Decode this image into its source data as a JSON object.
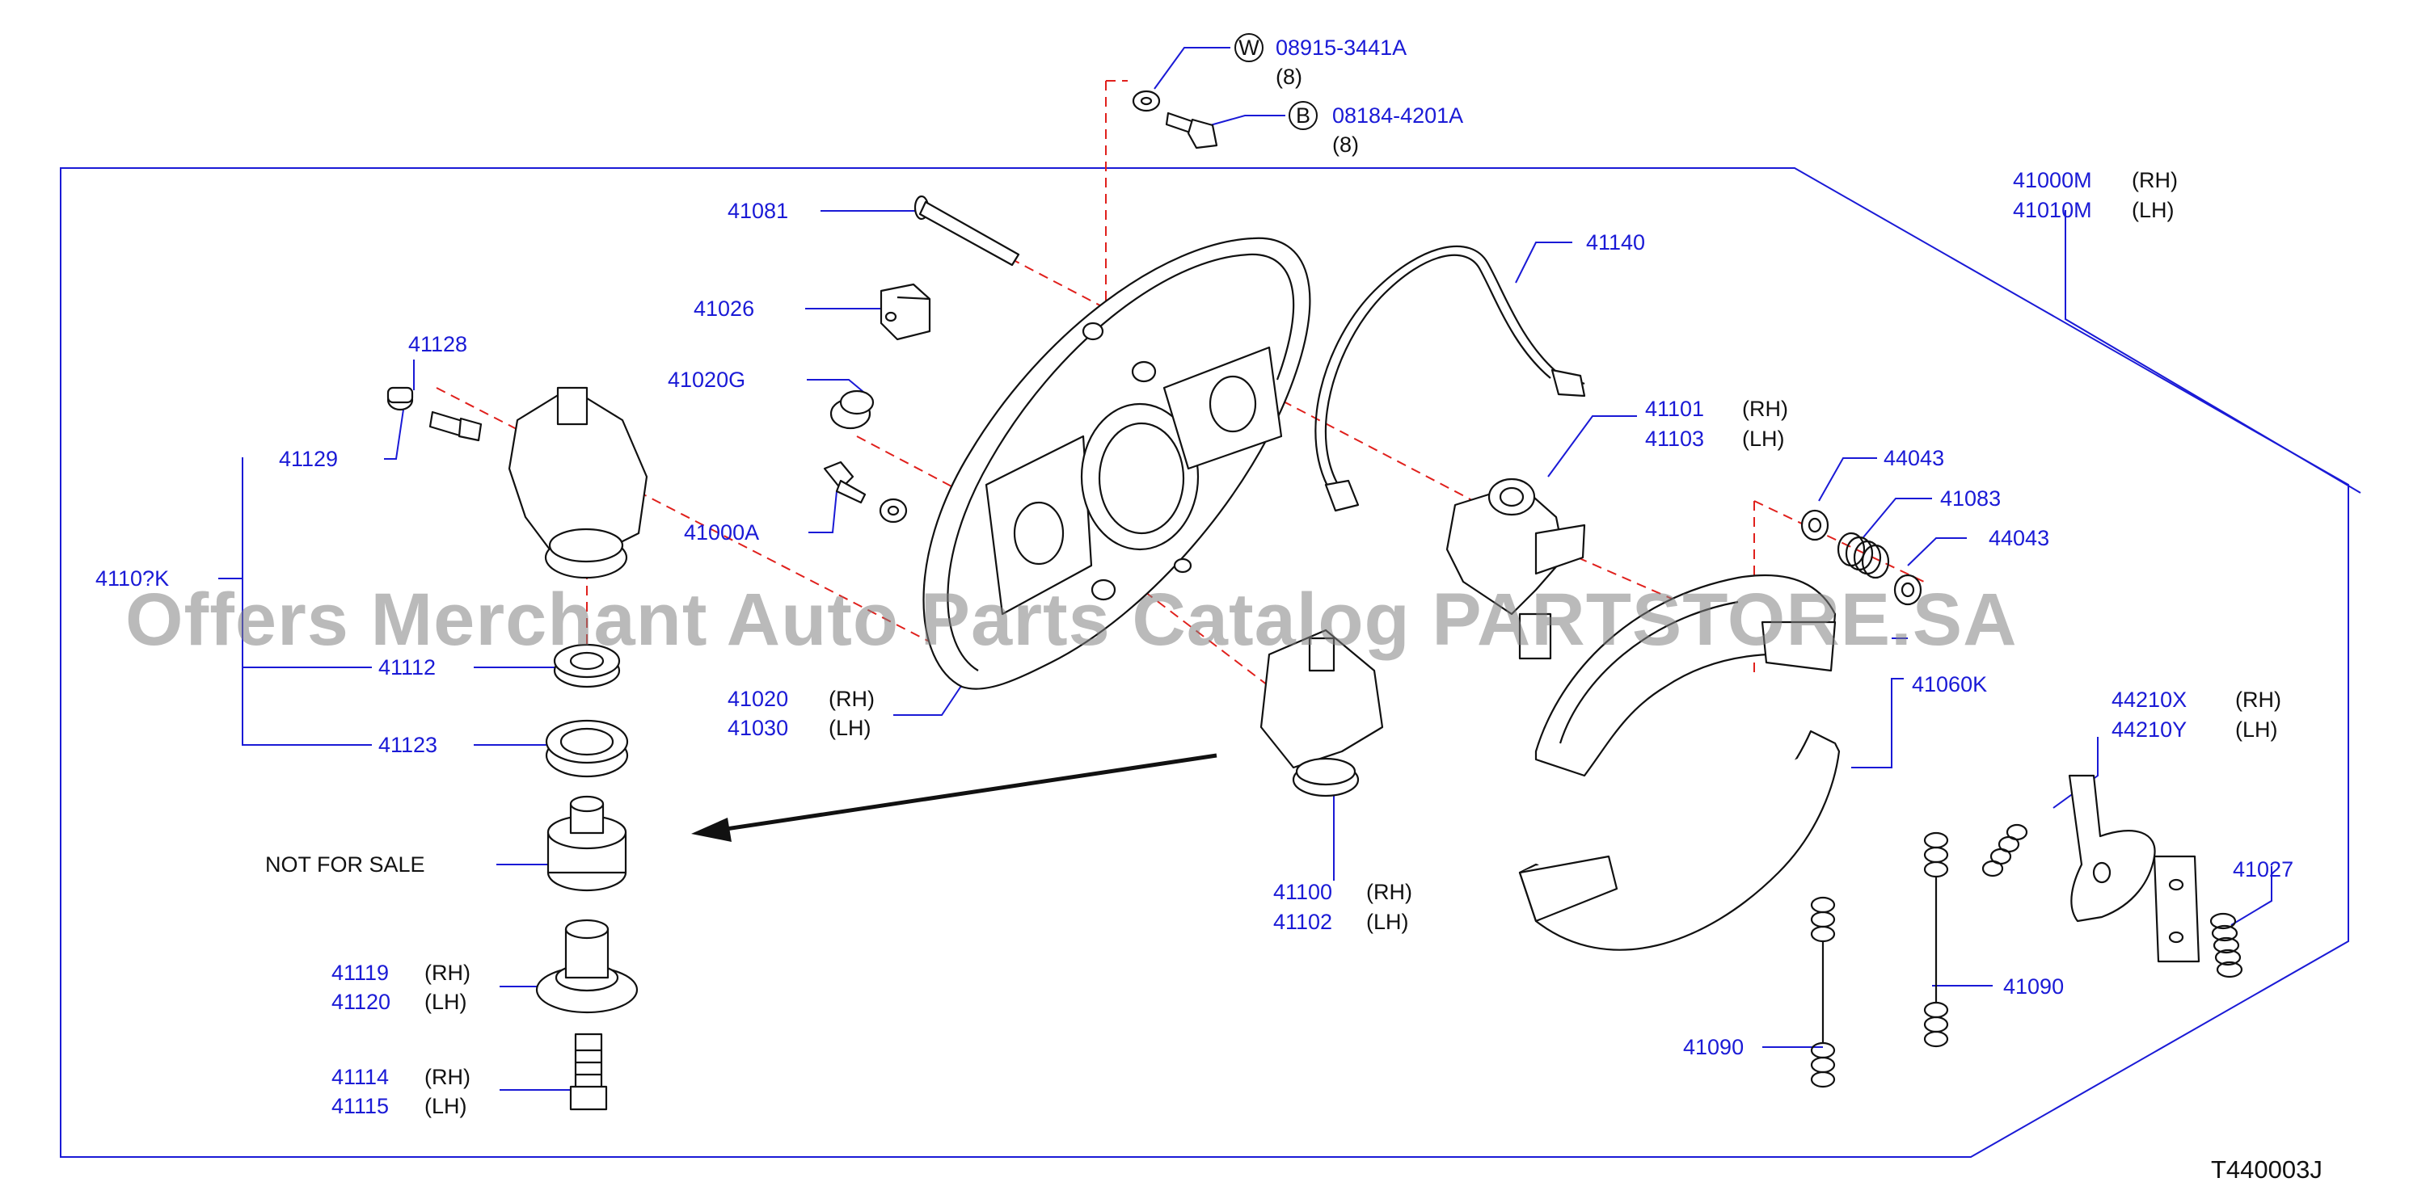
{
  "watermark": "Offers Merchant Auto Parts Catalog PARTSTORE.SA",
  "diagram_code": "T440003J",
  "colors": {
    "part_number": "#1a1ad6",
    "leader": "#1a1ad6",
    "centerline": "#e0201c",
    "outline": "#111111"
  },
  "callouts": {
    "w_marker": "W",
    "b_marker": "B",
    "p08915": "08915-3441A",
    "p08915_qty": "(8)",
    "p08184": "08184-4201A",
    "p08184_qty": "(8)",
    "p41081": "41081",
    "p41026": "41026",
    "p41020g": "41020G",
    "p41000a": "41000A",
    "p41128": "41128",
    "p41129": "41129",
    "p4110xk": "4110?K",
    "p41112": "41112",
    "p41123": "41123",
    "not_for_sale": "NOT   FOR   SALE",
    "p41119": "41119",
    "p41119_side": "(RH)",
    "p41120": "41120",
    "p41120_side": "(LH)",
    "p41114": "41114",
    "p41114_side": "(RH)",
    "p41115": "41115",
    "p41115_side": "(LH)",
    "p41020": "41020",
    "p41020_side": "(RH)",
    "p41030": "41030",
    "p41030_side": "(LH)",
    "p41100": "41100",
    "p41100_side": "(RH)",
    "p41102": "41102",
    "p41102_side": "(LH)",
    "p41140": "41140",
    "p41101": "41101",
    "p41101_side": "(RH)",
    "p41103": "41103",
    "p41103_side": "(LH)",
    "p44043a": "44043",
    "p41083": "41083",
    "p44043b": "44043",
    "p41060k": "41060K",
    "p41000m": "41000M",
    "p41000m_side": "(RH)",
    "p41010m": "41010M",
    "p41010m_side": "(LH)",
    "p44210x": "44210X",
    "p44210x_side": "(RH)",
    "p44210y": "44210Y",
    "p44210y_side": "(LH)",
    "p41027": "41027",
    "p41090a": "41090",
    "p41090b": "41090"
  }
}
